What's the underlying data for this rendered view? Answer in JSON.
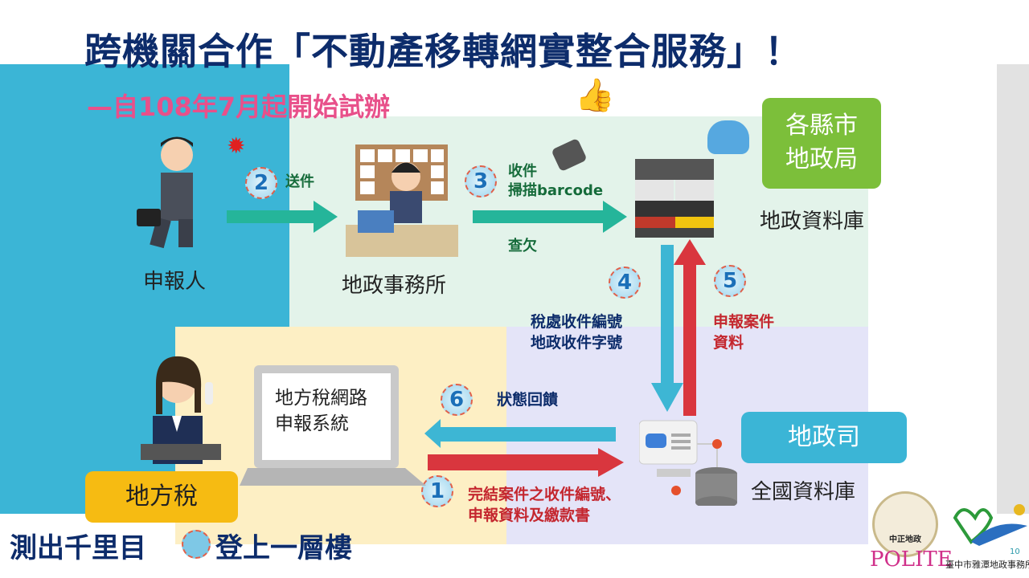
{
  "title": "跨機關合作「不動產移轉網實整合服務」！",
  "subtitle": "—自108年7月起開始試辦",
  "nodes": {
    "applicant": "申報人",
    "land_office": "地政事務所",
    "county_bureau": "各縣市\n地政局",
    "land_db": "地政資料庫",
    "tax_system": "地方稅網路\n申報系統",
    "local_tax": "地方稅",
    "ministry": "地政司",
    "national_db": "全國資料庫"
  },
  "steps": {
    "s1": {
      "num": "1",
      "text": "完結案件之收件編號、\n申報資料及繳款書"
    },
    "s2": {
      "num": "2",
      "text": "送件"
    },
    "s3": {
      "num": "3",
      "text": "收件\n掃描barcode"
    },
    "s3b": "查欠",
    "s4": {
      "num": "4",
      "text": "稅處收件編號\n地政收件字號"
    },
    "s5": {
      "num": "5",
      "text": "申報案件\n資料"
    },
    "s6": {
      "num": "6",
      "text": "狀態回饋"
    }
  },
  "slogan": {
    "left": "測出千里目",
    "right": "登上一層樓"
  },
  "logos": {
    "polite_center": "中正地政",
    "polite_word": "POLITE",
    "office": "臺中市雅潭地政事務所"
  },
  "page_number": "10"
}
